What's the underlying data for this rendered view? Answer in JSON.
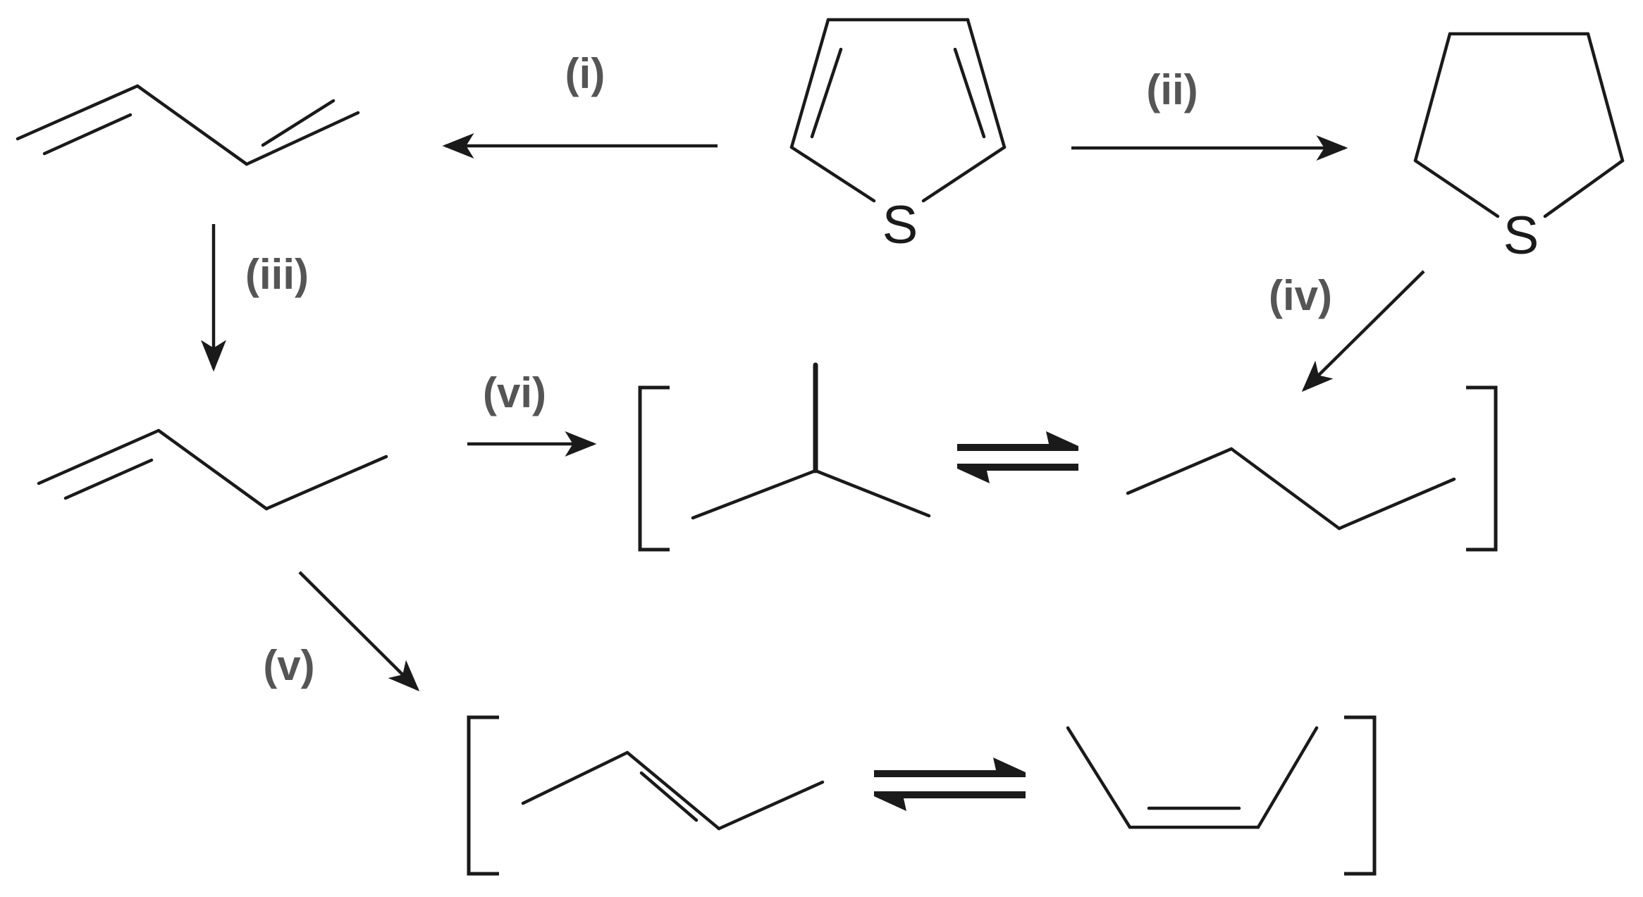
{
  "atoms": {
    "sulfur": "S"
  },
  "labels": {
    "i": "(i)",
    "ii": "(ii)",
    "iii": "(iii)",
    "iv": "(iv)",
    "v": "(v)",
    "vi": "(vi)"
  },
  "colors": {
    "ink": "#1a1a1a",
    "label": "#555555"
  }
}
